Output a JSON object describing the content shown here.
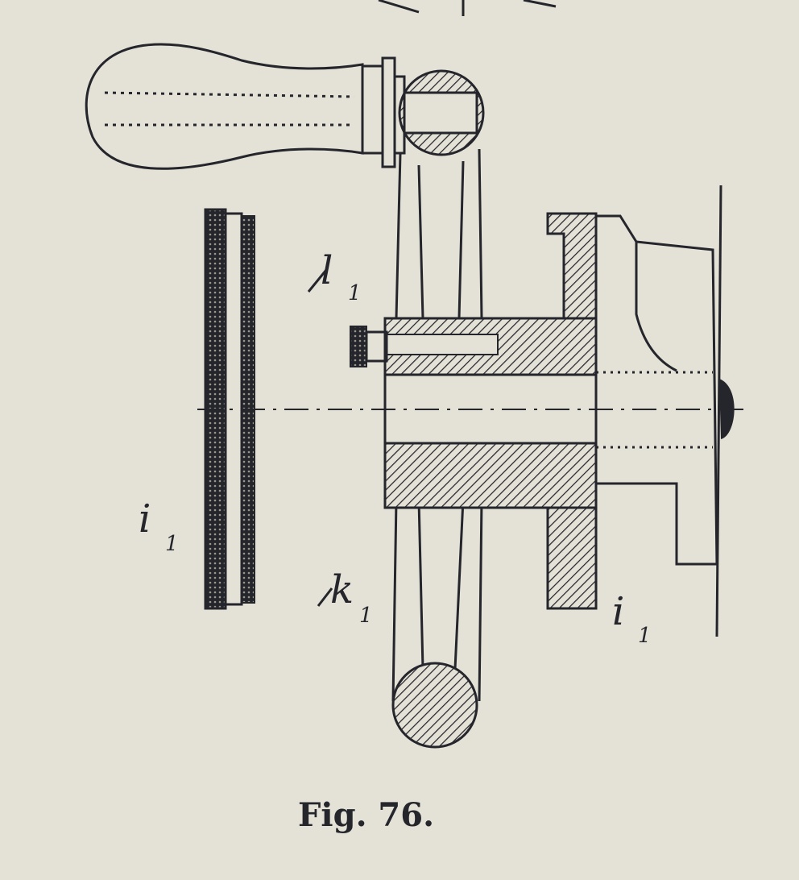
{
  "figure": {
    "caption": "Fig. 76.",
    "labels": {
      "crank_arm": "l",
      "crank_arm_sub": "1",
      "disc_left": "i",
      "disc_left_sub": "1",
      "spoke": "k",
      "spoke_sub": "1",
      "hub_right": "i",
      "hub_right_sub": "1"
    }
  },
  "colors": {
    "paper": "#e4e1d6",
    "ink": "#25252c"
  }
}
